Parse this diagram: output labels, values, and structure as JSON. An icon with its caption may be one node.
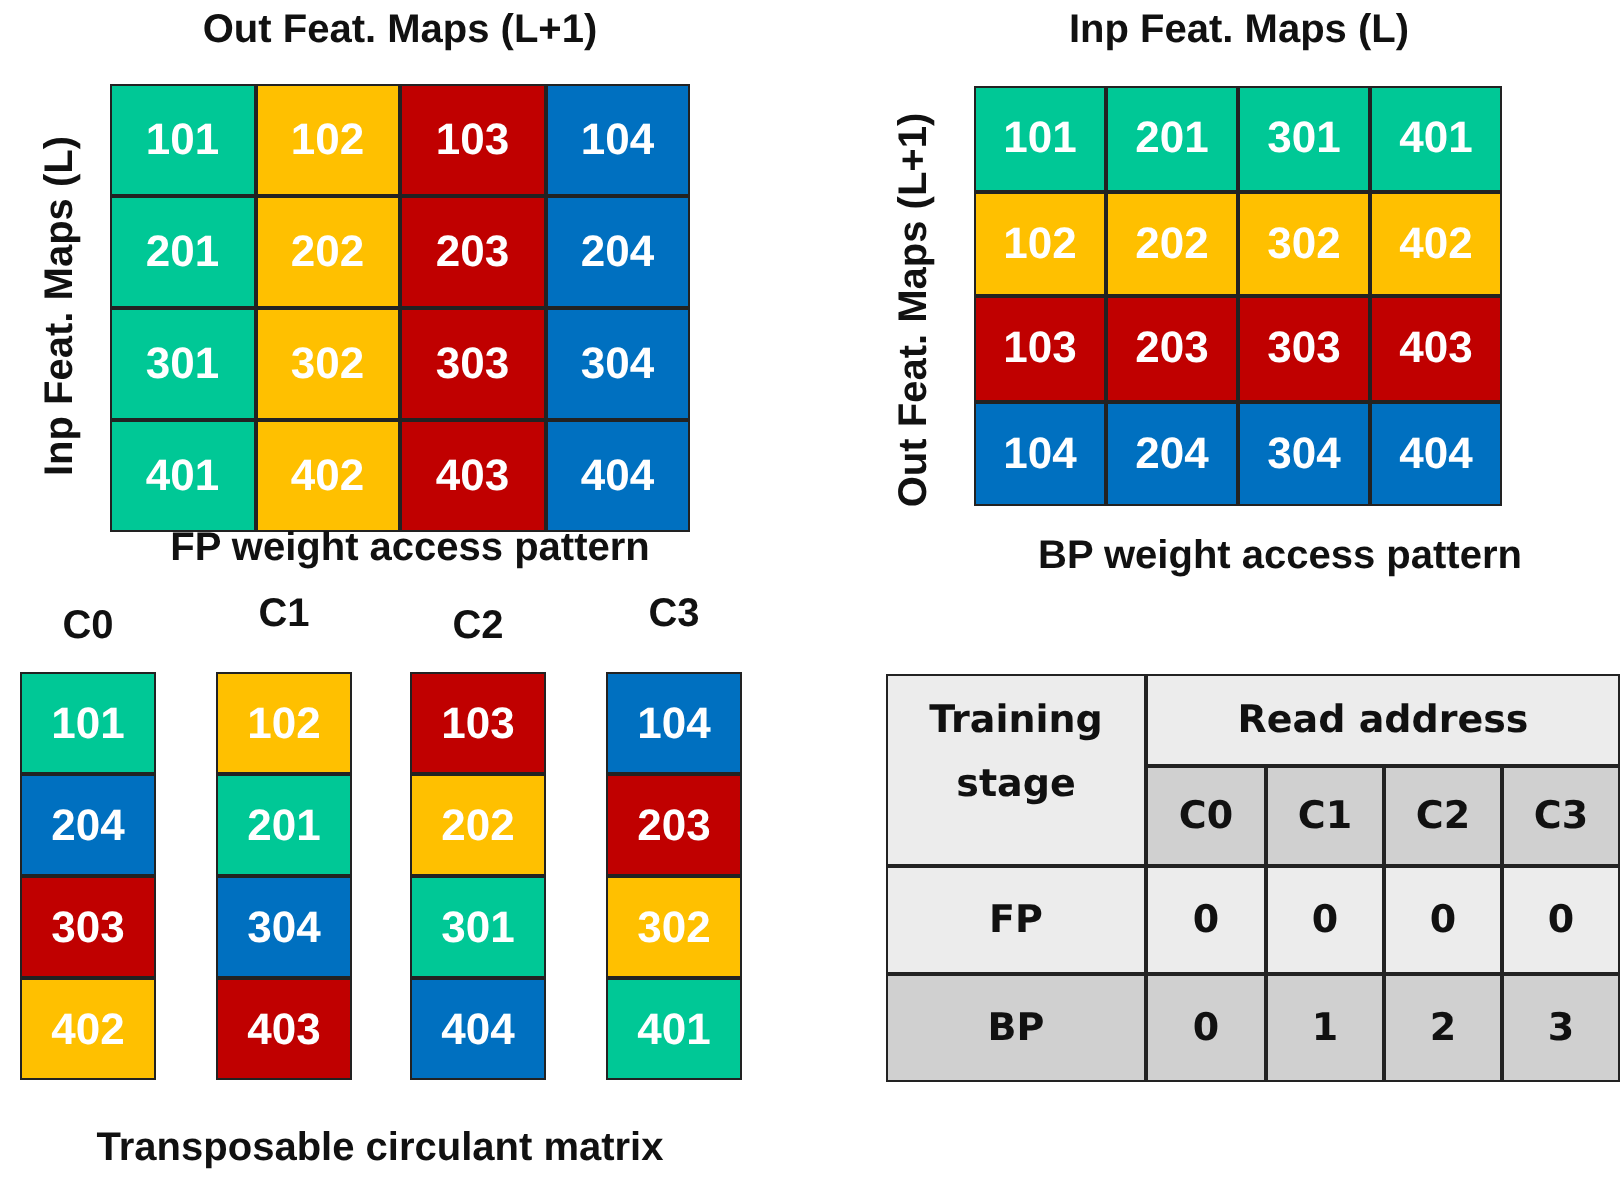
{
  "diagram": {
    "caption": "Transposable circulant matrix",
    "nodes": [
      {
        "text": [
          "101"
        ]
      },
      {
        "text": [
          "102"
        ]
      },
      {
        "text": [
          "103"
        ]
      },
      {
        "text": [
          "104"
        ]
      },
      {
        "text": [
          "201"
        ]
      },
      {
        "text": [
          "202"
        ]
      },
      {
        "text": [
          "203"
        ]
      },
      {
        "text": [
          "204"
        ]
      },
      {
        "text": [
          "301"
        ]
      },
      {
        "text": [
          "302"
        ]
      },
      {
        "text": [
          "303"
        ]
      },
      {
        "text": [
          "304"
        ]
      },
      {
        "text": [
          "401"
        ]
      },
      {
        "text": [
          "402"
        ]
      },
      {
        "text": [
          "403"
        ]
      },
      {
        "text": [
          "404"
        ]
      },
      {
        "text": [
          "101"
        ]
      },
      {
        "text": [
          "201"
        ]
      },
      {
        "text": [
          "301"
        ]
      },
      {
        "text": [
          "401"
        ]
      },
      {
        "text": [
          "102"
        ]
      },
      {
        "text": [
          "202"
        ]
      },
      {
        "text": [
          "302"
        ]
      },
      {
        "text": [
          "402"
        ]
      },
      {
        "text": [
          "103"
        ]
      },
      {
        "text": [
          "203"
        ]
      },
      {
        "text": [
          "303"
        ]
      },
      {
        "text": [
          "403"
        ]
      },
      {
        "text": [
          "104"
        ]
      },
      {
        "text": [
          "204"
        ]
      },
      {
        "text": [
          "304"
        ]
      },
      {
        "text": [
          "404"
        ]
      },
      {
        "text": [
          "101"
        ]
      },
      {
        "text": [
          "102"
        ]
      },
      {
        "text": [
          "103"
        ]
      },
      {
        "text": [
          "104"
        ]
      },
      {
        "text": [
          "204"
        ]
      },
      {
        "text": [
          "201"
        ]
      },
      {
        "text": [
          "202"
        ]
      },
      {
        "text": [
          "203"
        ]
      },
      {
        "text": [
          "303"
        ]
      },
      {
        "text": [
          "304"
        ]
      },
      {
        "text": [
          "301"
        ]
      },
      {
        "text": [
          "302"
        ]
      },
      {
        "text": [
          "402"
        ]
      },
      {
        "text": [
          "403"
        ]
      },
      {
        "text": [
          "404"
        ]
      },
      {
        "text": [
          "401"
        ]
      }
    ],
    "labels": [
      "Out Feat. Maps (L+1)",
      "Inp Feat. Maps (L)",
      "Inp Feat. Maps (L)",
      "Out Feat. Maps (L+1)",
      "FP weight access pattern",
      "BP weight access pattern",
      "C0",
      "C1",
      "C2",
      "C3",
      "Training stage",
      "Read address",
      "C0",
      "C1",
      "C2",
      "C3",
      "FP",
      "0",
      "0",
      "0",
      "0",
      "BP",
      "0",
      "1",
      "2",
      "3"
    ]
  }
}
